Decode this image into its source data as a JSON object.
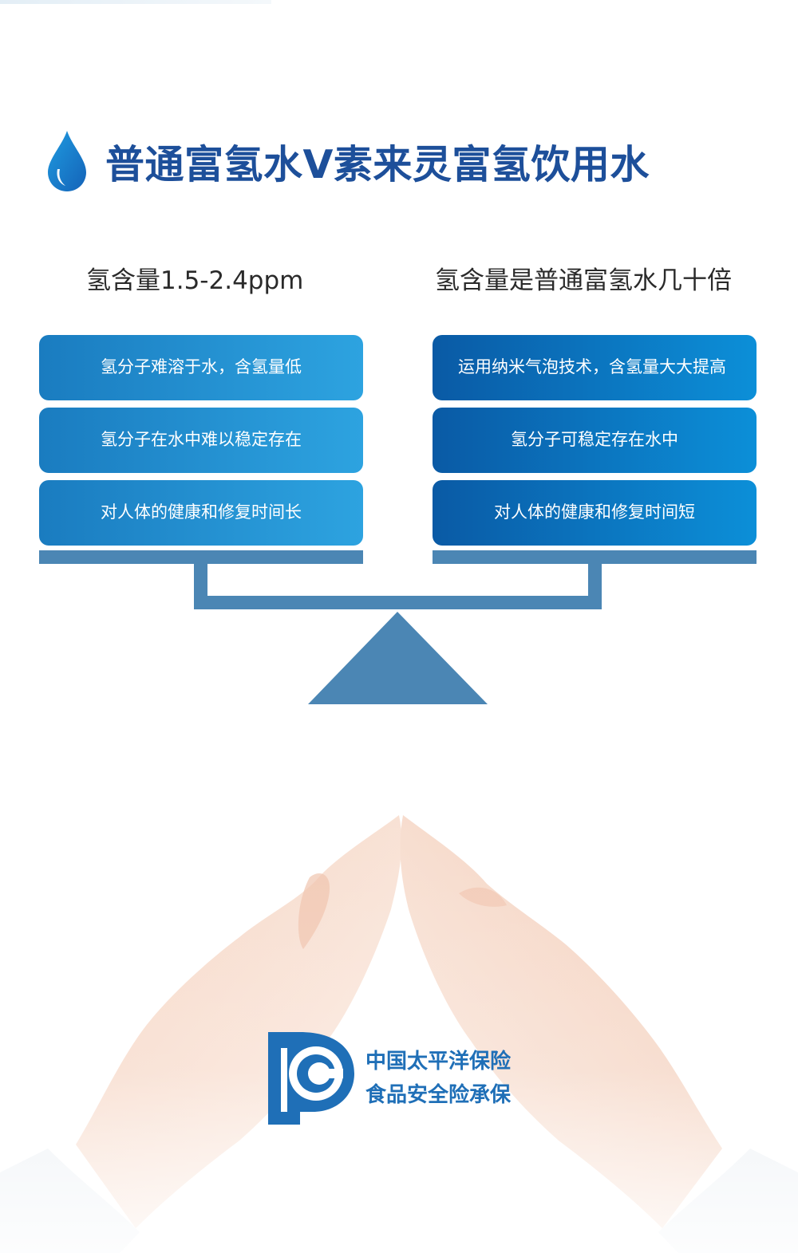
{
  "title": {
    "text": "普通富氢水V素来灵富氢饮用水",
    "icon": "water-drop-icon",
    "color": "#1d4f9a"
  },
  "comparison": {
    "left": {
      "heading": "氢含量1.5-2.4ppm",
      "items": [
        "氢分子难溶于水，含氢量低",
        "氢分子在水中难以稳定存在",
        "对人体的健康和修复时间长"
      ]
    },
    "right": {
      "heading": "氢含量是普通富氢水几十倍",
      "items": [
        "运用纳米气泡技术，含氢量大大提高",
        "氢分子可稳定存在水中",
        "对人体的健康和修复时间短"
      ]
    }
  },
  "insurance": {
    "logo_icon": "pacific-insurance-logo-icon",
    "line1": "中国太平洋保险",
    "line2": "食品安全险承保"
  },
  "colors": {
    "title_blue": "#1d4f9a",
    "left_box_start": "#1a7cc0",
    "left_box_end": "#2da3e0",
    "right_box_start": "#0a5aa5",
    "right_box_end": "#0c8fd8",
    "scale": "#4b86b4",
    "logo_blue": "#1f6fb7"
  }
}
